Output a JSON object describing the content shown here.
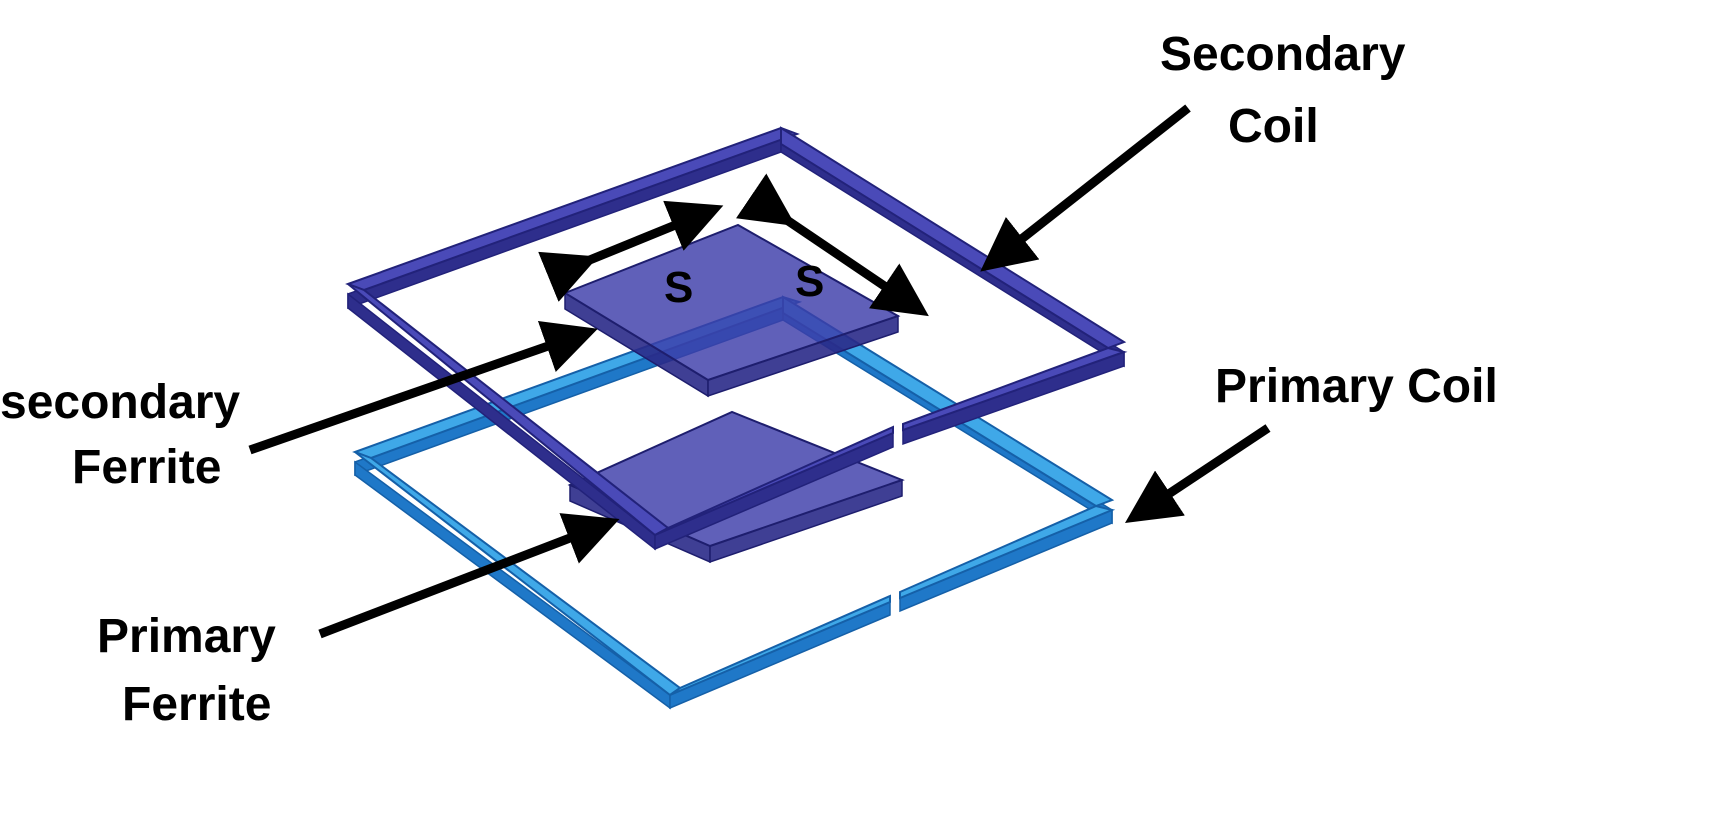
{
  "labels": {
    "secondary_coil_line1": "Secondary",
    "secondary_coil_line2": "Coil",
    "primary_coil": "Primary Coil",
    "secondary_ferrite_line1": "secondary",
    "secondary_ferrite_line2": "Ferrite",
    "primary_ferrite_line1": "Primary",
    "primary_ferrite_line2": "Ferrite",
    "spacing_left": "S",
    "spacing_right": "S"
  },
  "colors": {
    "secondary_coil_top": "#4a4ab8",
    "secondary_coil_side": "#2e2e8c",
    "secondary_coil_edge": "#22227a",
    "primary_coil_top": "#3fa8e8",
    "primary_coil_side": "#1f78c8",
    "primary_coil_edge": "#1560a8",
    "ferrite_top": "#3d3daa",
    "ferrite_side": "#2a2a88",
    "ferrite_edge": "#1e1e6e",
    "arrow": "#000000"
  }
}
